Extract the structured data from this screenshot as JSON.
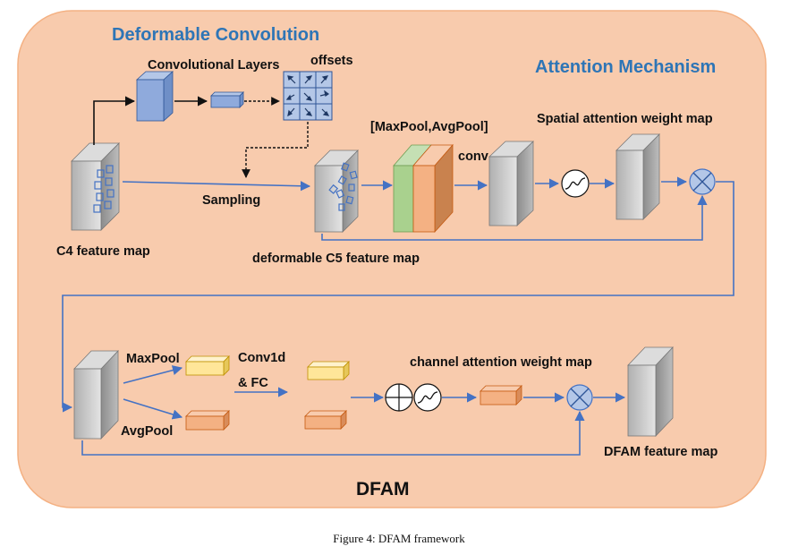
{
  "diagram": {
    "heading_deformable": "Deformable Convolution",
    "heading_attention": "Attention Mechanism",
    "label_conv_layers": "Convolutional Layers",
    "label_offsets": "offsets",
    "label_pool": "[MaxPool,AvgPool]",
    "label_spatial": "Spatial attention weight map",
    "label_conv": "conv",
    "label_sampling": "Sampling",
    "label_c4": "C4 feature map",
    "label_c5": "deformable C5 feature map",
    "label_maxpool": "MaxPool",
    "label_conv1d": "Conv1d",
    "label_fc": "& FC",
    "label_channel": "channel attention weight map",
    "label_avgpool": "AvgPool",
    "label_dfam_out": "DFAM feature map",
    "label_dfam": "DFAM"
  },
  "caption": "Figure 4: DFAM framework",
  "colors": {
    "panel": "#f8cbad",
    "heading": "#2e75b6",
    "arrow": "#4472c4",
    "conv_block": "#8faadc",
    "pool_green": "#a9d18e",
    "pool_orange": "#f4b183",
    "channel_yellow": "#ffe699",
    "multiply": "#b4c7e7"
  },
  "icons": [
    "sigmoid-icon",
    "add-icon",
    "multiply-icon",
    "offset-arrow-icon"
  ]
}
